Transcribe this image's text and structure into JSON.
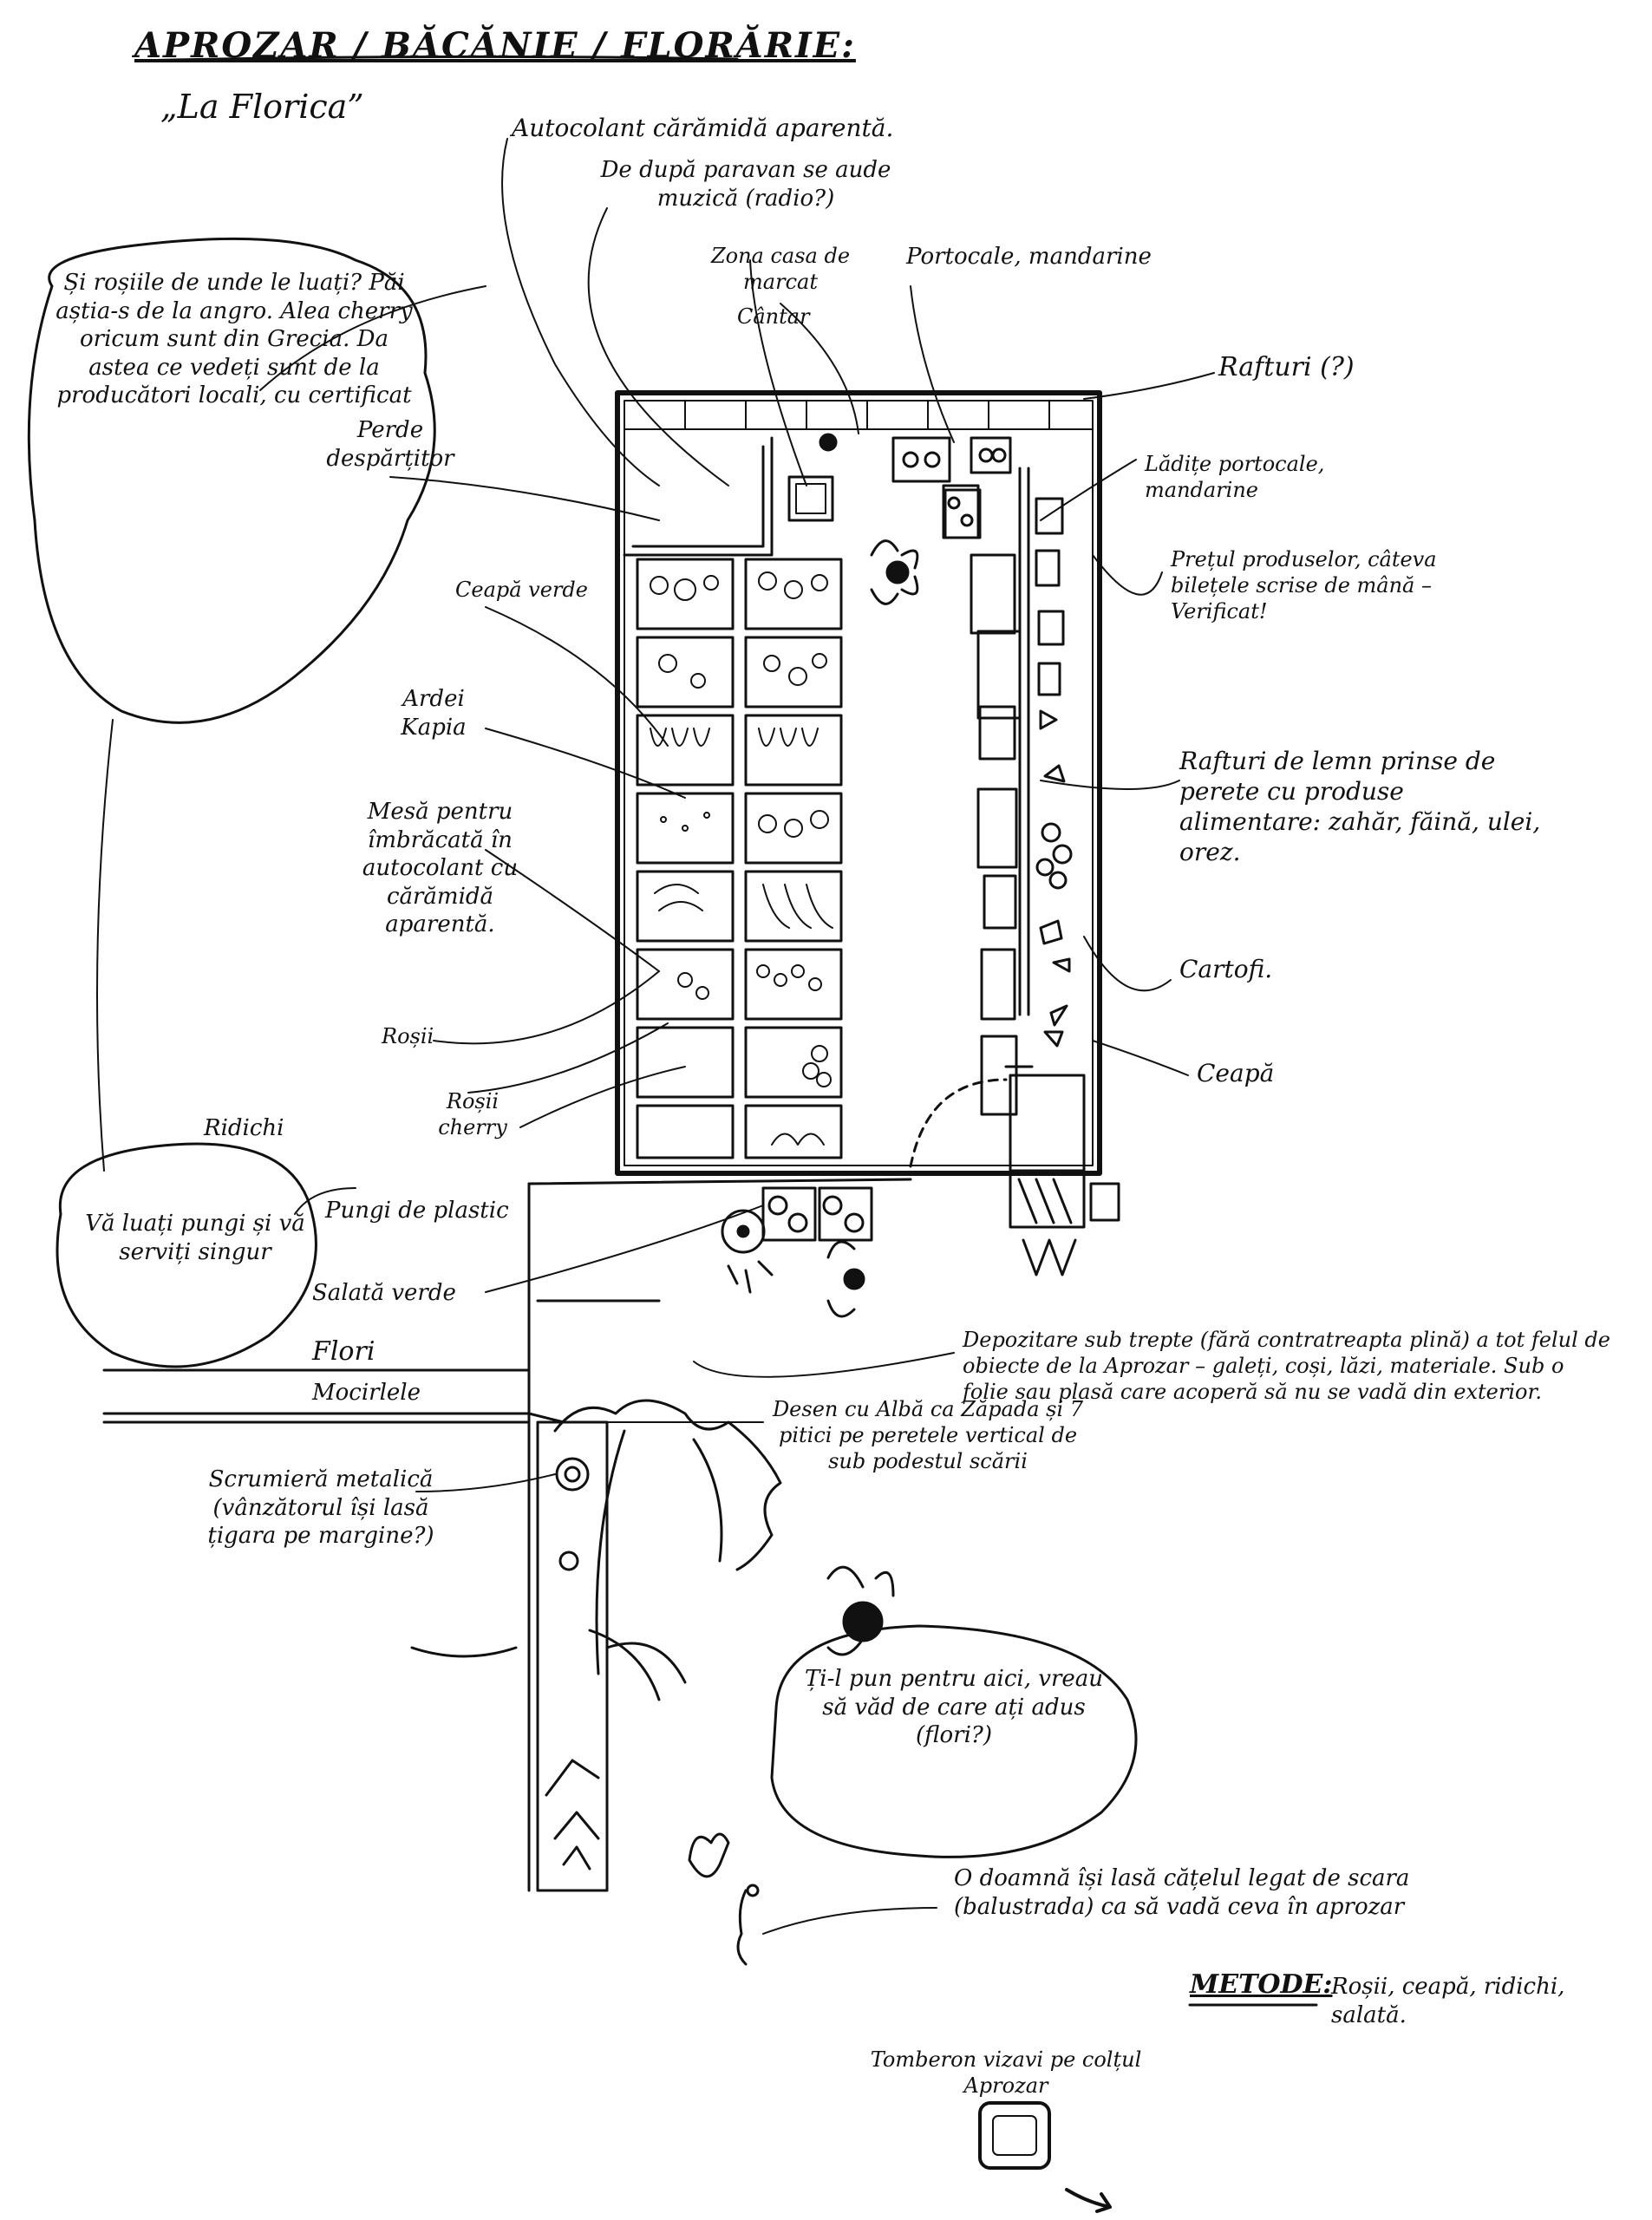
{
  "title": "APROZAR / BĂCĂNIE / FLORĂRIE:",
  "subtitle": "„La Florica”",
  "labels": {
    "autocolant": "Autocolant cărămidă aparentă.",
    "paravan": "De după paravan se aude muzică (radio?)",
    "zona_casa": "Zona casa de marcat",
    "cantar": "Cântar",
    "portocale": "Portocale, mandarine",
    "rafturi": "Rafturi (?)",
    "ladite": "Lădițe portocale, mandarine",
    "pretul": "Prețul produselor, câteva bilețele scrise de mână – Verificat!",
    "perde": "Perde despărțitor",
    "ceapa_verde": "Ceapă verde",
    "ardei": "Ardei Kapia",
    "masa": "Mesă pentru îmbrăcată în autocolant cu cărămidă aparentă.",
    "rosii": "Roșii",
    "rosii_cherry": "Roșii cherry",
    "ridichi": "Ridichi",
    "rafturi_lemn": "Rafturi de lemn prinse de perete cu produse alimentare: zahăr, făină, ulei, orez.",
    "cartofi": "Cartofi.",
    "ceapa": "Ceapă",
    "pungi": "Pungi de plastic",
    "salata": "Salată verde",
    "flori": "Flori",
    "mocitele": "Mocirlele",
    "depozitare": "Depozitare sub trepte (fără contratreapta plină) a tot felul de obiecte de la Aprozar – galeți, coși, lăzi, materiale. Sub o folie sau plasă care acoperă să nu se vadă din exterior.",
    "desen": "Desen cu Albă ca Zăpada și 7 pitici pe peretele vertical de sub podestul scării",
    "scrumiera": "Scrumieră metalică (vânzătorul își lasă țigara pe margine?)",
    "doamna": "O doamnă își lasă cățelul legat de scara (balustrada) ca să vadă ceva în aprozar",
    "metode_title": "METODE:",
    "metode_text": "Roșii, ceapă, ridichi, salată.",
    "tomberon": "Tomberon vizavi pe colțul Aprozar"
  },
  "bubbles": {
    "left": "Și roșiile de unde le luați? Păi aștia-s de la angro. Alea cherry oricum sunt din Grecia. Da astea ce vedeți sunt de la producători locali, cu certificat",
    "pungi": "Vă luați pungi și vă serviți singur",
    "bottom": "Ți-l pun pentru aici, vreau să văd de care ați adus (flori?)"
  },
  "colors": {
    "ink": "#111111",
    "paper": "#ffffff"
  }
}
